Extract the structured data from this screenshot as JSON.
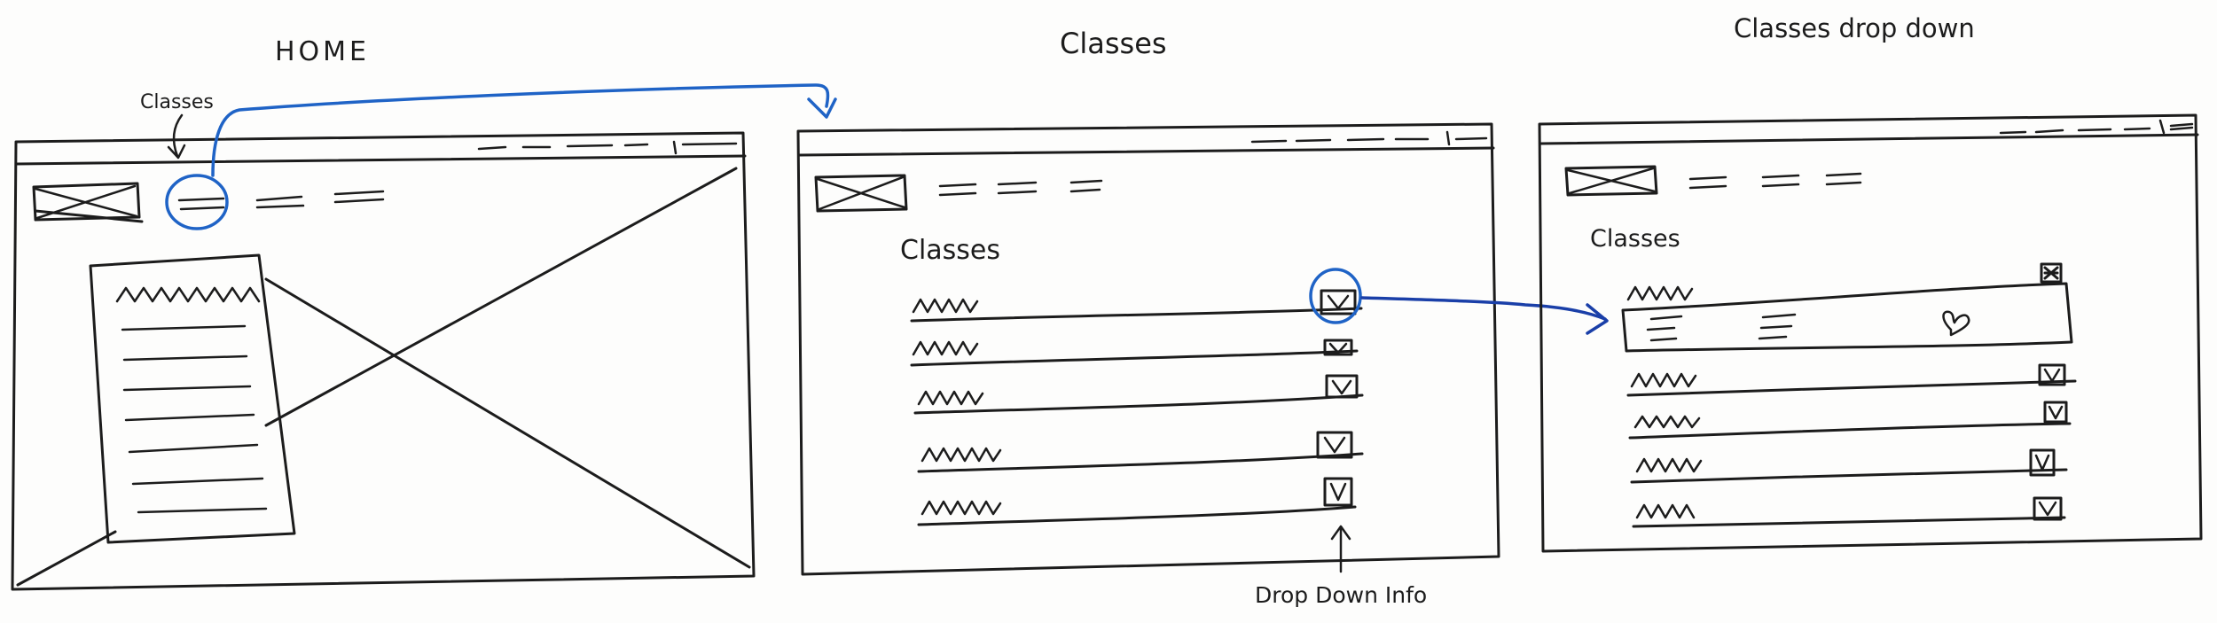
{
  "titles": {
    "home": "HOME",
    "classes": "Classes",
    "dropdown": "Classes drop down"
  },
  "annotations": {
    "classes_callout": "Classes",
    "drop_down_info": "Drop Down Info"
  },
  "classes_screen": {
    "heading": "Classes",
    "rows": 5
  },
  "dropdown_screen": {
    "heading": "Classes",
    "rows_below_expanded": 4
  },
  "colors": {
    "ink": "#1c1c1c",
    "highlight_blue": "#1f63c6",
    "arrow_navy": "#1a3fa8"
  },
  "icons": [
    "image-placeholder-icon",
    "menu-lines-icon",
    "chevron-down-box-icon",
    "close-box-icon",
    "heart-icon"
  ]
}
